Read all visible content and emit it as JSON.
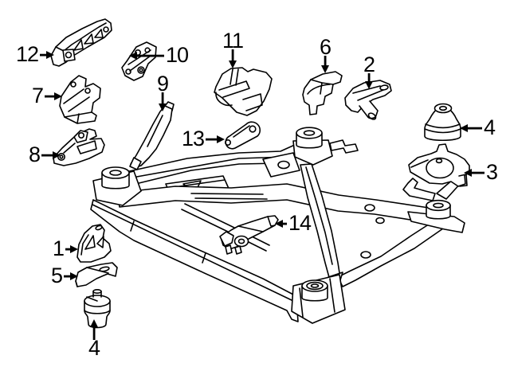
{
  "figure": {
    "description": "Exploded parts diagram: engine and transmission mounting brackets and mounts around a suspension crossmember",
    "background_color": "#ffffff",
    "line_color": "#000000"
  },
  "callouts": [
    {
      "label": "12"
    },
    {
      "label": "10"
    },
    {
      "label": "7"
    },
    {
      "label": "9"
    },
    {
      "label": "8"
    },
    {
      "label": "11"
    },
    {
      "label": "13"
    },
    {
      "label": "6"
    },
    {
      "label": "2"
    },
    {
      "label": "4"
    },
    {
      "label": "3"
    },
    {
      "label": "14"
    },
    {
      "label": "1"
    },
    {
      "label": "5"
    },
    {
      "label": "4"
    }
  ]
}
